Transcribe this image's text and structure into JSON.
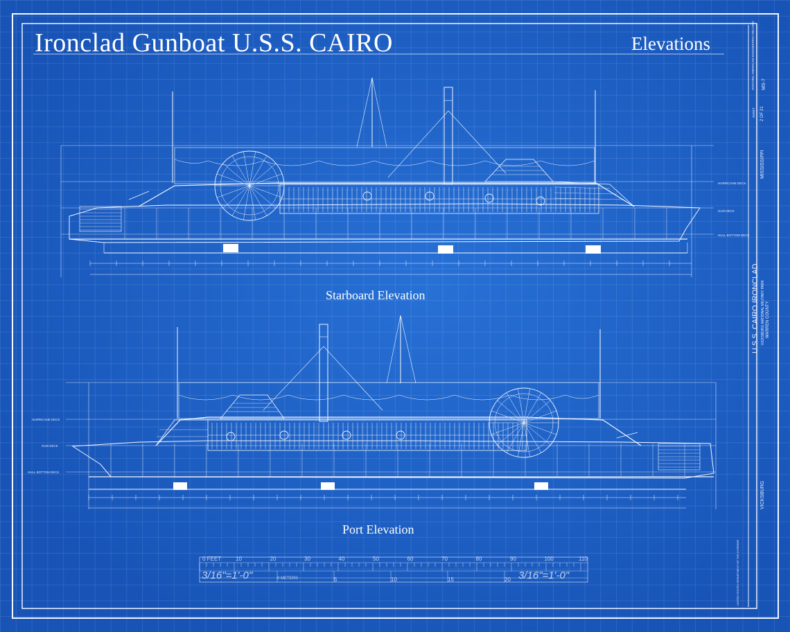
{
  "sheet": {
    "title": "Ironclad Gunboat U.S.S. CAIRO",
    "subtitle": "Elevations"
  },
  "views": {
    "starboard": {
      "caption": "Starboard Elevation",
      "deck_labels": [
        "HURRICANE DECK",
        "GUN DECK",
        "HULL BOTTOM DECK"
      ]
    },
    "port": {
      "caption": "Port Elevation",
      "deck_labels": [
        "HURRICANE DECK",
        "GUN DECK",
        "HULL BOTTOM DECK"
      ]
    }
  },
  "title_block": {
    "agency": "HISTORIC AMERICAN ENGINEERING RECORD",
    "record_no": "MS-7",
    "sheet_label": "SHEET",
    "sheet_no": "2 OF 21",
    "state": "MISSISSIPPI",
    "vessel": "U.S.S. CAIRO IRONCLAD",
    "location": "VICKSBURG NATIONAL MILITARY PARK",
    "county": "WARREN COUNTY",
    "city": "VICKSBURG",
    "department": "UNITED STATES DEPARTMENT OF THE INTERIOR"
  },
  "scale_bar": {
    "feet_label": "0 FEET",
    "feet_ticks": [
      "10",
      "20",
      "30",
      "40",
      "50",
      "60",
      "70",
      "80",
      "90",
      "100",
      "110"
    ],
    "meters_label": "0 METERS",
    "meter_ticks": [
      "5",
      "10",
      "15",
      "20"
    ],
    "scale_left": "3/16\"=1'-0\"",
    "scale_right": "3/16\"=1'-0\""
  },
  "colors": {
    "paper": "#1c62c8",
    "line": "#ffffff",
    "grid": "#a0c8ff"
  }
}
